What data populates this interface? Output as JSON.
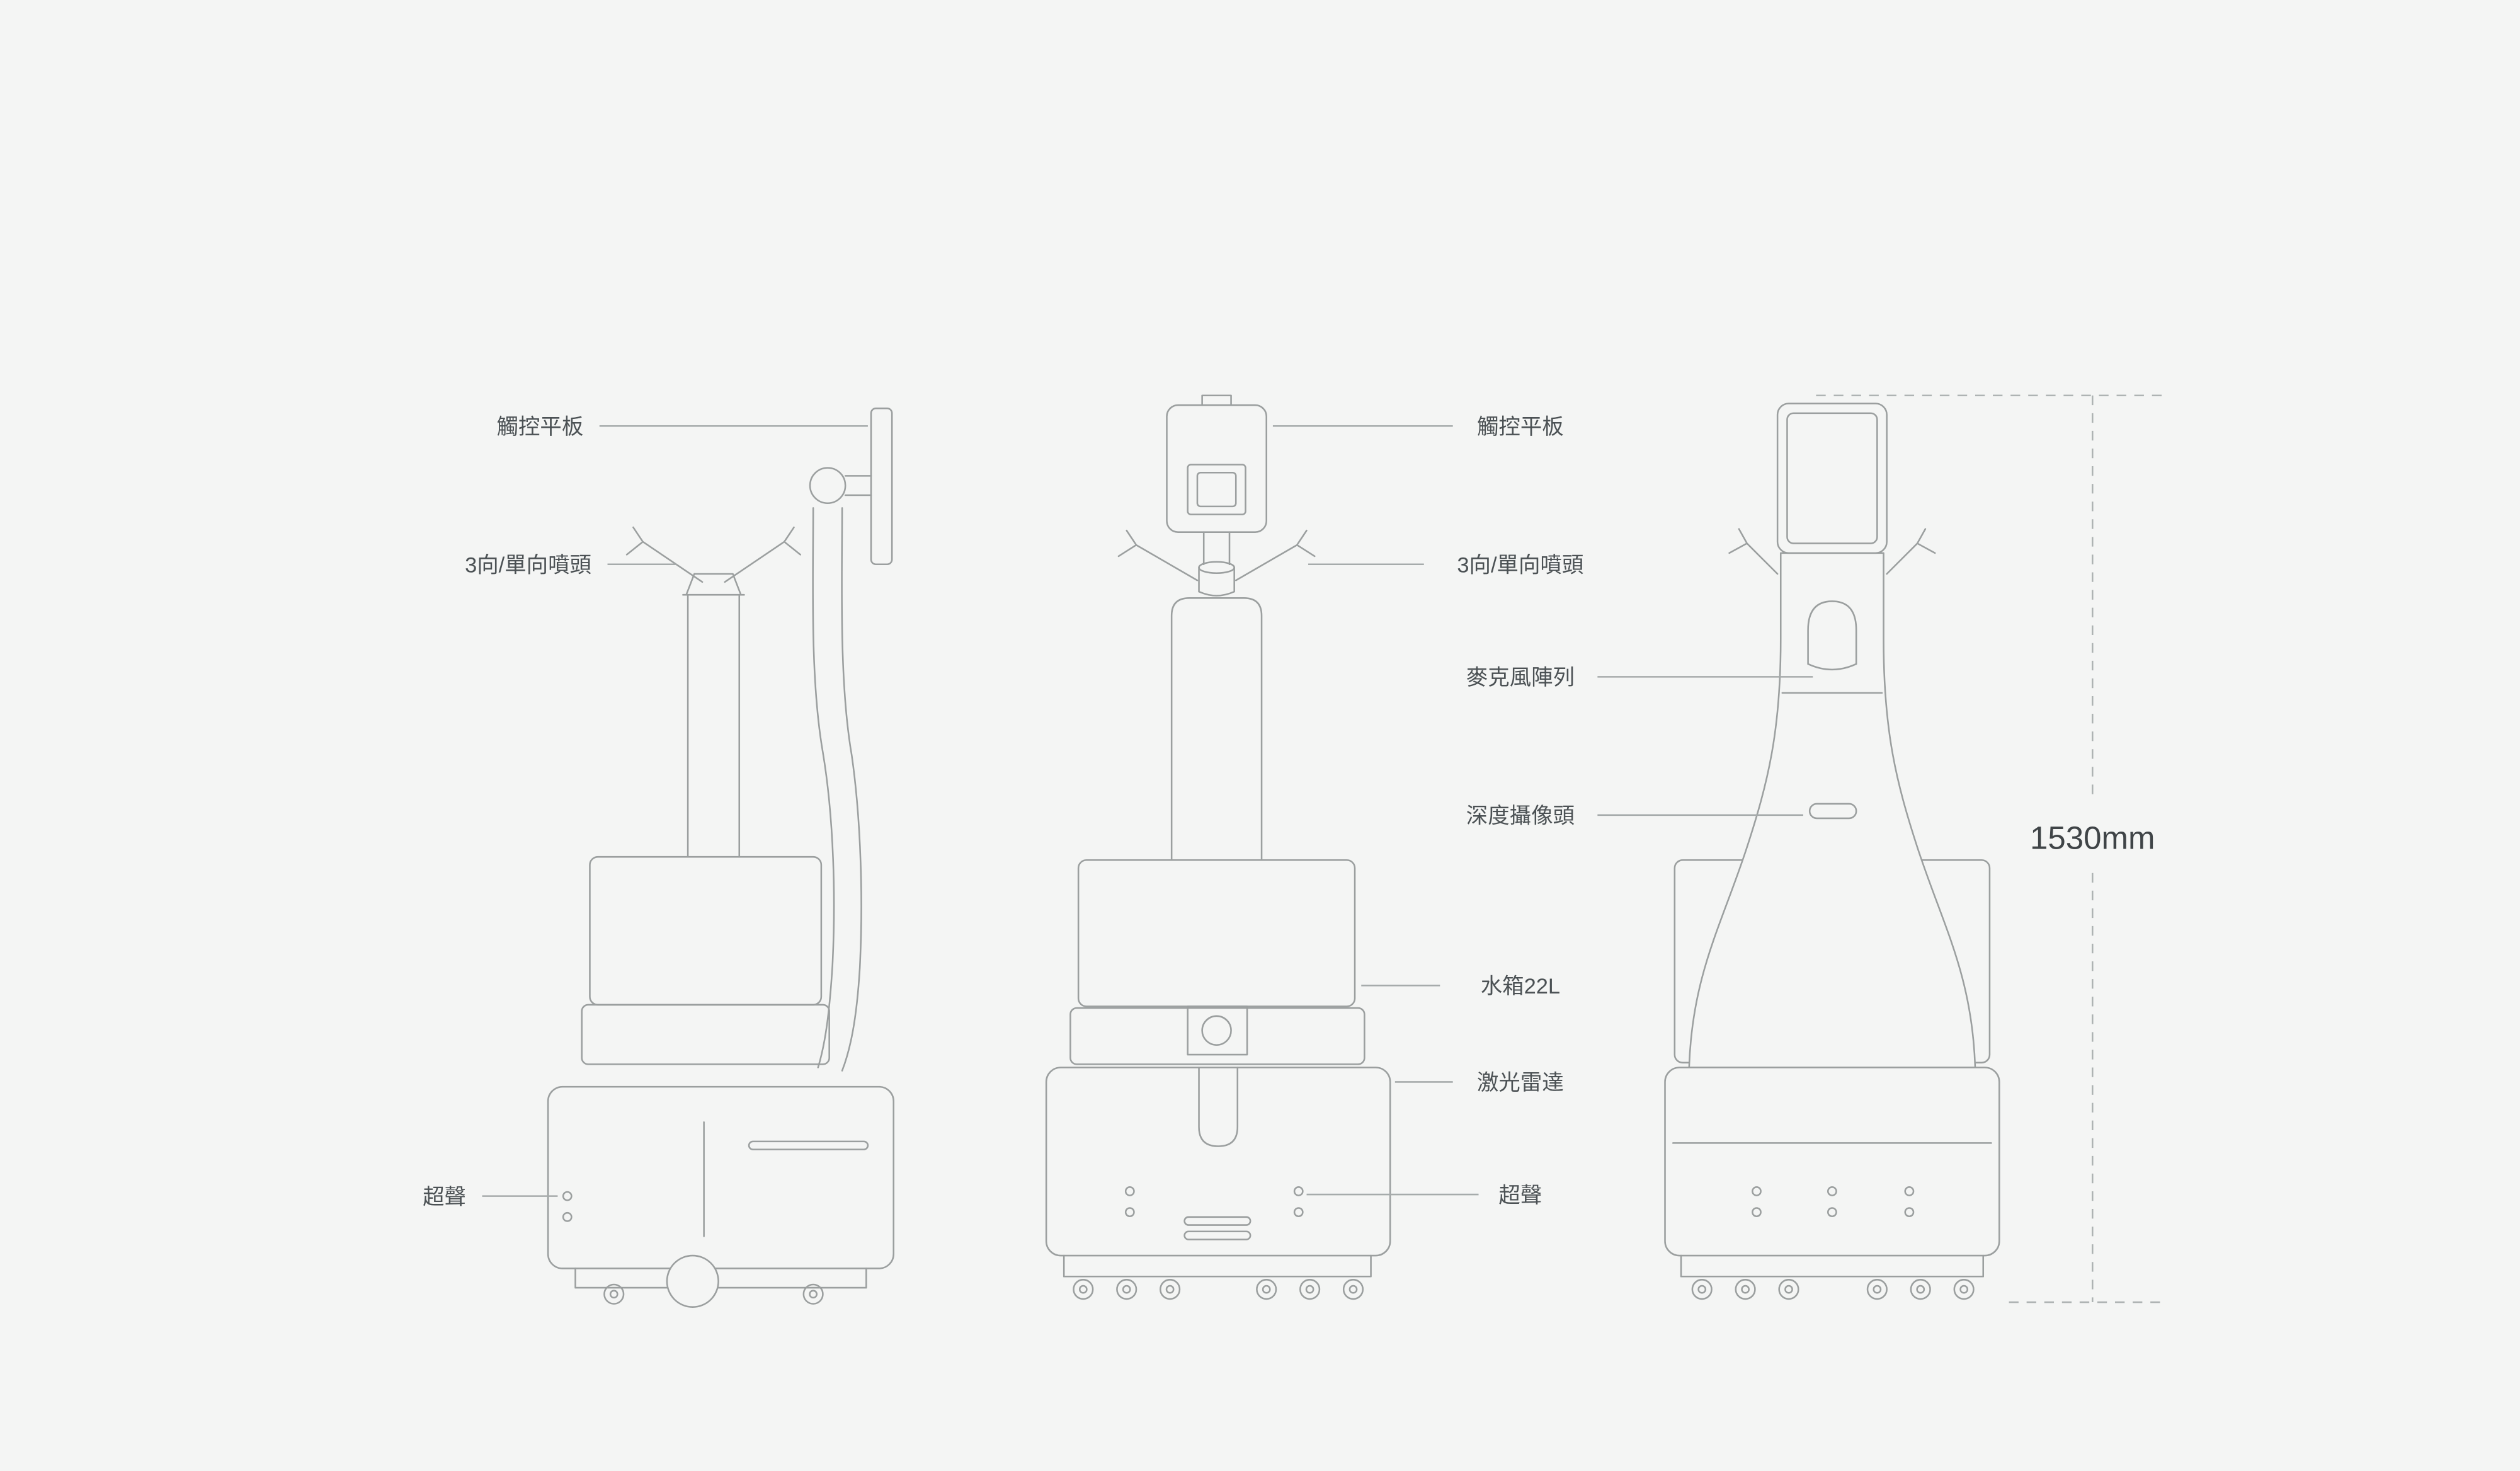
{
  "canvas": {
    "background_color": "#f4f5f4",
    "line_color": "#9b9f9f",
    "text_color": "#4b5154"
  },
  "callouts_left": [
    {
      "id": "touch-panel",
      "label": "觸控平板"
    },
    {
      "id": "spray-nozzle",
      "label": "3向/單向噴頭"
    },
    {
      "id": "ultrasonic",
      "label": "超聲"
    }
  ],
  "callouts_center": [
    {
      "id": "touch-panel",
      "label": "觸控平板"
    },
    {
      "id": "spray-nozzle",
      "label": "3向/單向噴頭"
    },
    {
      "id": "microphone-array",
      "label": "麥克風陣列"
    },
    {
      "id": "depth-camera",
      "label": "深度攝像頭"
    },
    {
      "id": "water-tank-22l",
      "label": "水箱22L"
    },
    {
      "id": "lidar",
      "label": "激光雷達"
    },
    {
      "id": "ultrasonic",
      "label": "超聲"
    }
  ],
  "dimension": {
    "height_label": "1530mm"
  }
}
